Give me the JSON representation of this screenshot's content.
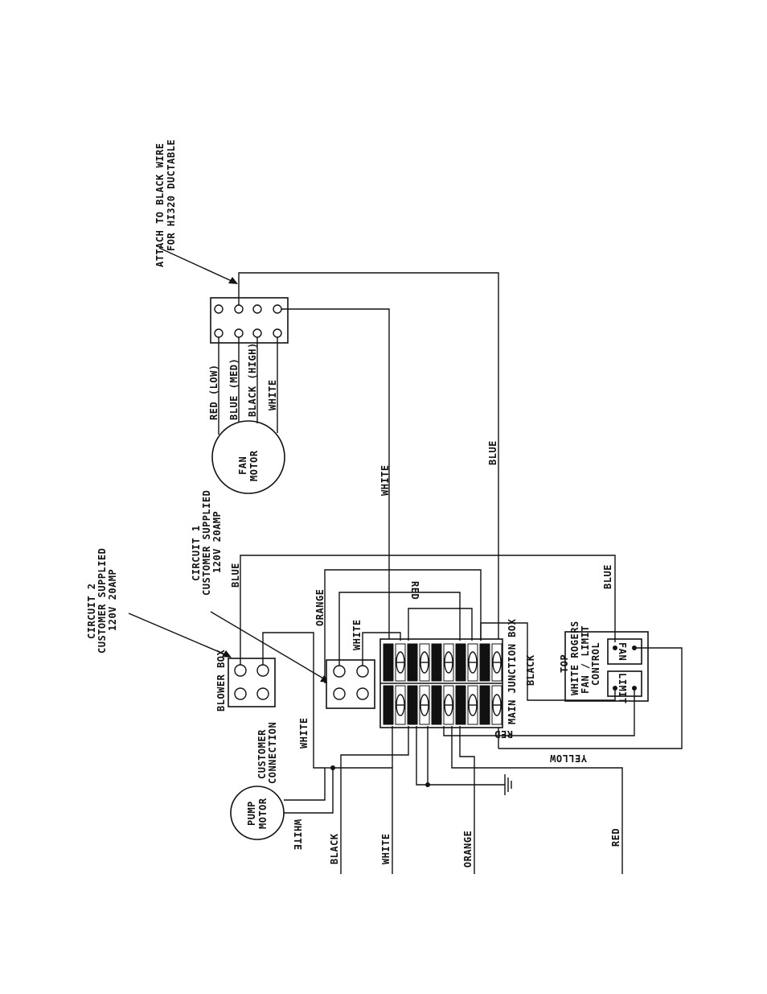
{
  "annotations": {
    "attach_note_1": "ATTACH TO BLACK WIRE",
    "attach_note_2": "FOR HI320 DUCTABLE",
    "circuit2_1": "CIRCUIT 2",
    "circuit2_2": "CUSTOMER SUPPLIED",
    "circuit2_3": "120V 20AMP",
    "circuit1_1": "CIRCUIT 1",
    "circuit1_2": "CUSTOMER SUPPLIED",
    "circuit1_3": "120V 20AMP"
  },
  "components": {
    "fan_motor_1": "FAN",
    "fan_motor_2": "MOTOR",
    "pump_motor_1": "PUMP",
    "pump_motor_2": "MOTOR",
    "blower_box": "BLOWER BOX",
    "customer_connection_1": "CUSTOMER",
    "customer_connection_2": "CONNECTION",
    "main_junction_box": "MAIN JUNCTION BOX",
    "control_1": "TOP",
    "control_2": "WHITE ROGERS",
    "control_3": "FAN / LIMIT",
    "control_4": "CONTROL",
    "fan_terminal": "FAN",
    "limit_terminal": "LIMIT"
  },
  "wire_labels": {
    "red_low": "RED (LOW)",
    "blue_med": "BLUE (MED)",
    "black_high": "BLACK (HIGH)",
    "white_motor": "WHITE",
    "white_long": "WHITE",
    "blue_long": "BLUE",
    "blue_blower": "BLUE",
    "orange_top": "ORANGE",
    "white_top": "WHITE",
    "red_top": "RED",
    "blue_right": "BLUE",
    "black_jb": "BLACK",
    "red_bottom": "RED",
    "yellow": "YELLOW",
    "white_cc": "WHITE",
    "white_pump": "WHITE",
    "black_out": "BLACK",
    "white_out": "WHITE",
    "orange_out": "ORANGE",
    "red_out": "RED"
  },
  "colors": {
    "line": "#111111",
    "background": "#ffffff"
  }
}
